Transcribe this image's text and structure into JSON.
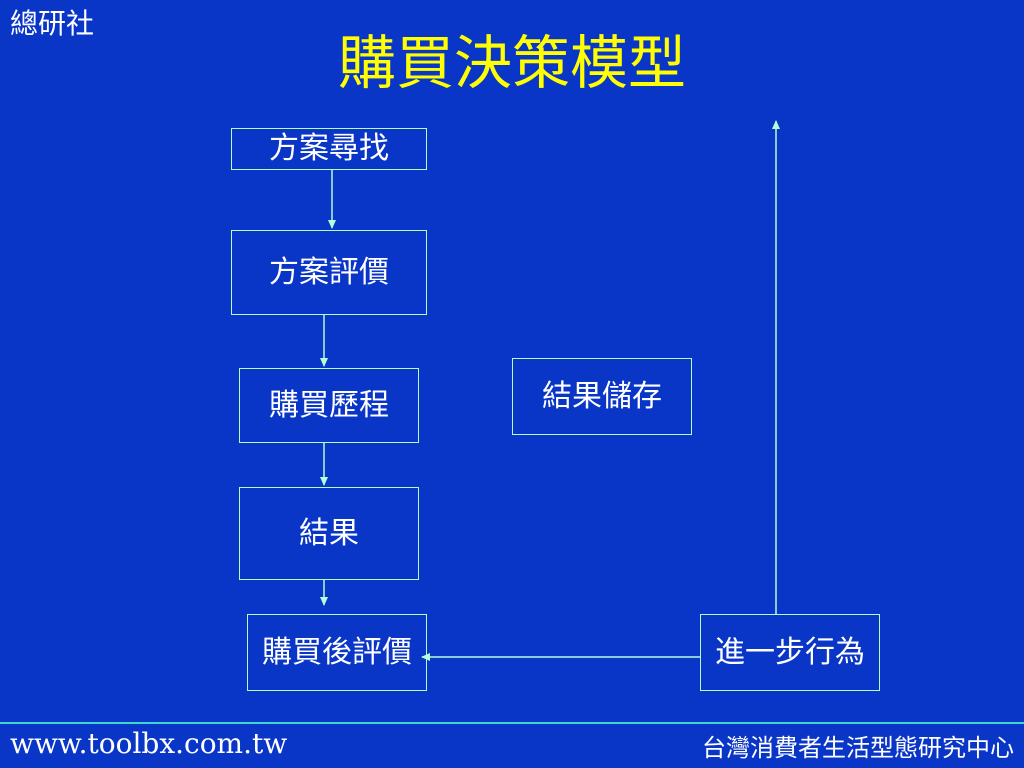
{
  "header": {
    "corner_label": "總研社",
    "title": "購買決策模型"
  },
  "diagram": {
    "nodes": {
      "search": "方案尋找",
      "evaluation": "方案評價",
      "purchase": "購買歷程",
      "result": "結果",
      "post_eval": "購買後評價",
      "storage": "結果儲存",
      "further": "進一步行為"
    }
  },
  "footer": {
    "url": "www.toolbx.com.tw",
    "org": "台灣消費者生活型態研究中心"
  },
  "colors": {
    "background": "#0a36c8",
    "title": "#ffff00",
    "lines": "#b0ffd8",
    "footer_rule": "#3ed6d0",
    "text": "#ffffff"
  }
}
